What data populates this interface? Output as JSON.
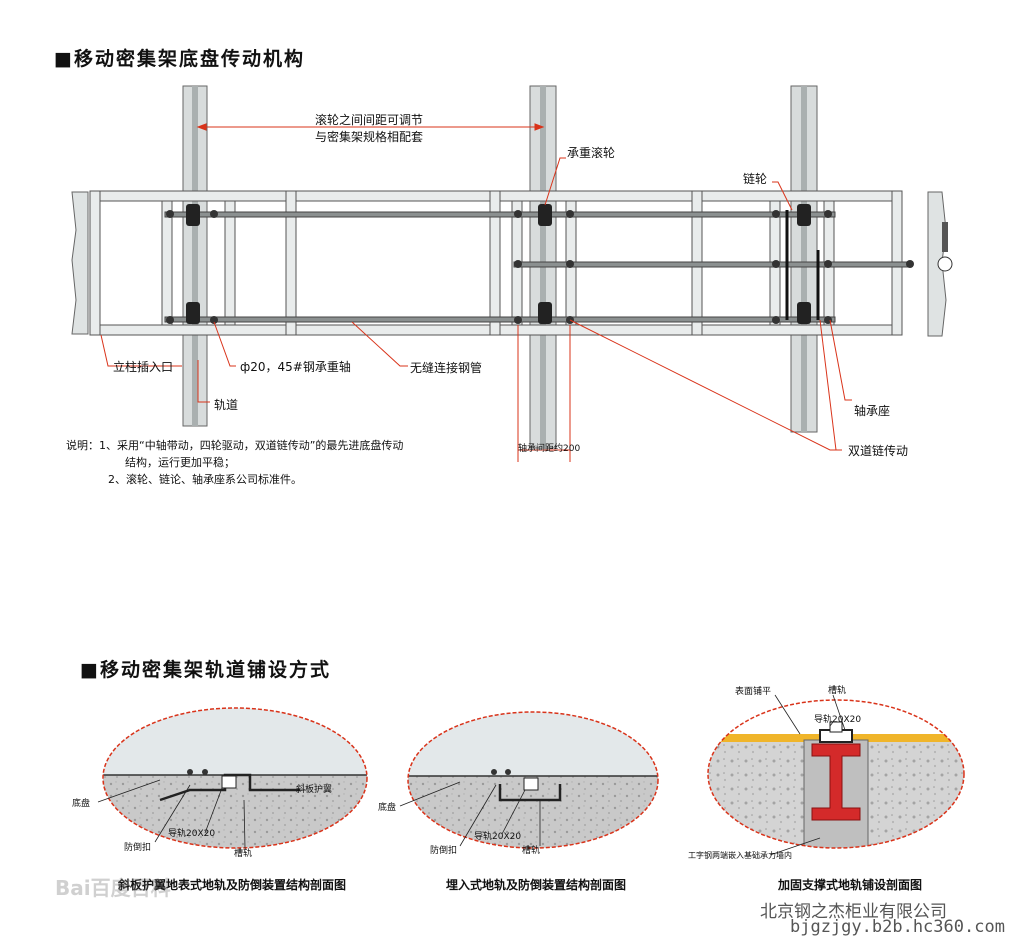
{
  "section1": {
    "title": "■移动密集架底盘传动机构",
    "labels": {
      "roller_spacing_line1": "滚轮之间间距可调节",
      "roller_spacing_line2": "与密集架规格相配套",
      "load_roller": "承重滚轮",
      "sprocket": "链轮",
      "post_inlet": "立柱插入口",
      "axle": "ф20，45#钢承重轴",
      "steel_pipe": "无缝连接钢管",
      "track": "轨道",
      "bearing_seat": "轴承座",
      "bearing_spacing": "轴承间距约200",
      "double_chain": "双道链传动"
    },
    "notes": {
      "line1": "说明：1、采用“中轴带动，四轮驱动，双道链传动”的最先进底盘传动",
      "line2": "结构，运行更加平稳；",
      "line3": "2、滚轮、链论、轴承座系公司标准件。"
    }
  },
  "section2": {
    "title": "■移动密集架轨道铺设方式",
    "diagram1": {
      "chassis": "底盘",
      "ramp_guard": "斜板护翼",
      "anti_tip": "防倒扣",
      "guide_rail": "导轨20X20",
      "channel_rail": "槽轨",
      "caption": "斜板护翼地表式地轨及防倒装置结构剖面图"
    },
    "diagram2": {
      "chassis": "底盘",
      "anti_tip": "防倒扣",
      "guide_rail": "导轨20X20",
      "channel_rail": "槽轨",
      "caption": "埋入式地轨及防倒装置结构剖面图"
    },
    "diagram3": {
      "surface": "表面铺平",
      "channel_rail": "槽轨",
      "guide_rail": "导轨20X20",
      "beam_note": "工字钢两端嵌入基础承力墙内",
      "caption": "加固支撑式地轨铺设剖面图"
    }
  },
  "footer": {
    "company": "北京钢之杰柜业有限公司",
    "website": "bjgzjgy.b2b.hc360.com",
    "watermark": "Bai百度百科"
  }
}
